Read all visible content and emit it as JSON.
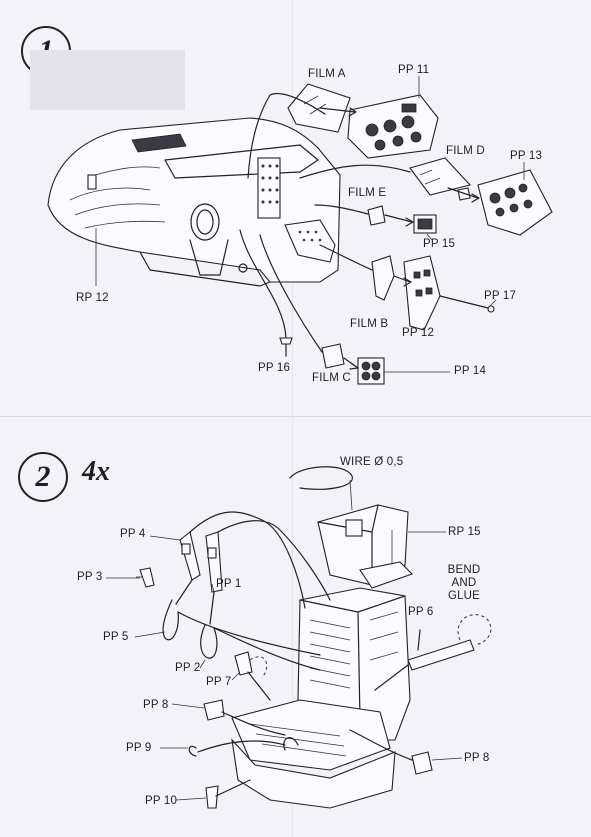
{
  "steps": [
    {
      "number": "1",
      "labels": {
        "film_a": "FILM A",
        "pp11": "PP 11",
        "film_d": "FILM D",
        "pp13": "PP 13",
        "film_e": "FILM E",
        "pp15": "PP 15",
        "rp12": "RP 12",
        "pp17": "PP 17",
        "film_b": "FILM B",
        "pp12": "PP 12",
        "pp16": "PP 16",
        "film_c": "FILM C",
        "pp14": "PP 14"
      }
    },
    {
      "number": "2",
      "multiplier": "4x",
      "labels": {
        "wire": "WIRE Ø 0,5",
        "rp15": "RP 15",
        "pp4": "PP 4",
        "pp3": "PP 3",
        "pp1": "PP 1",
        "pp5": "PP 5",
        "pp2": "PP 2",
        "pp7": "PP 7",
        "pp6": "PP 6",
        "bend_and_glue": [
          "BEND",
          "AND",
          "GLUE"
        ],
        "pp8_left": "PP 8",
        "pp9": "PP 9",
        "pp8_right": "PP 8",
        "pp10": "PP 10"
      }
    }
  ]
}
